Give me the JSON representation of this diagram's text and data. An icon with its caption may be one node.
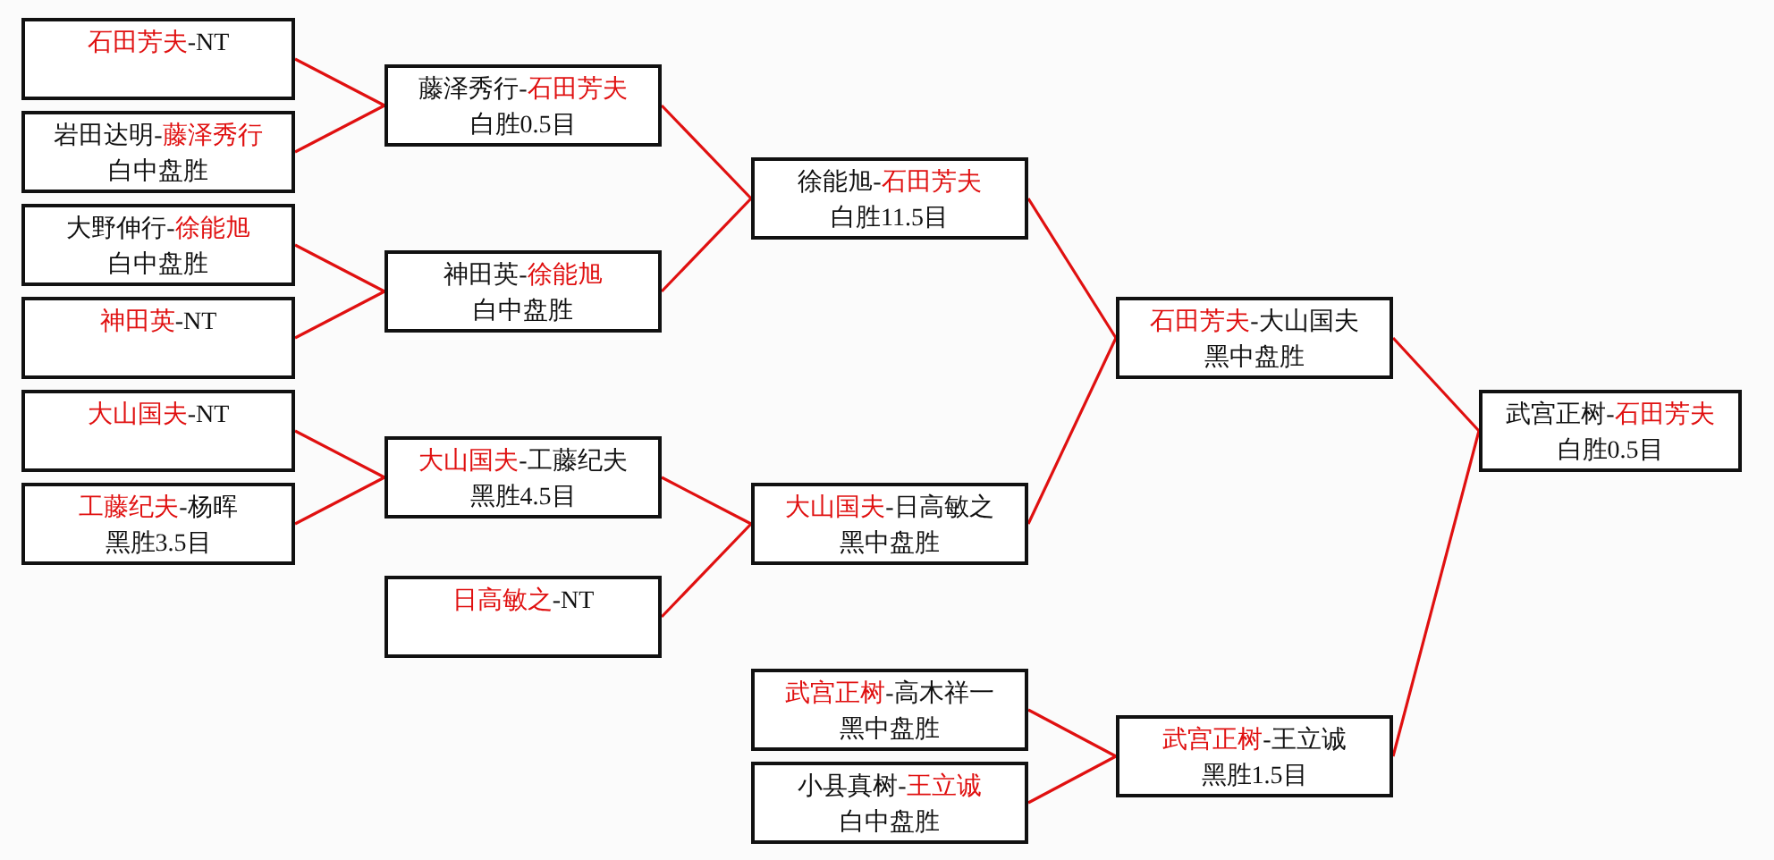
{
  "diagram": {
    "nodes": [
      {
        "text": [
          "石田芳夫-NT"
        ]
      },
      {
        "text": [
          "岩田达明-藤泽秀行",
          "白中盘胜"
        ]
      },
      {
        "text": [
          "大野伸行-徐能旭",
          "白中盘胜"
        ]
      },
      {
        "text": [
          "神田英-NT"
        ]
      },
      {
        "text": [
          "大山国夫-NT"
        ]
      },
      {
        "text": [
          "工藤纪夫-杨晖",
          "黑胜3.5目"
        ]
      },
      {
        "text": [
          "藤泽秀行-石田芳夫",
          "白胜0.5目"
        ]
      },
      {
        "text": [
          "神田英-徐能旭",
          "白中盘胜"
        ]
      },
      {
        "text": [
          "大山国夫-工藤纪夫",
          "黑胜4.5目"
        ]
      },
      {
        "text": [
          "日高敏之-NT"
        ]
      },
      {
        "text": [
          "徐能旭-石田芳夫",
          "白胜11.5目"
        ]
      },
      {
        "text": [
          "大山国夫-日高敏之",
          "黑中盘胜"
        ]
      },
      {
        "text": [
          "武宫正树-高木祥一",
          "黑中盘胜"
        ]
      },
      {
        "text": [
          "小县真树-王立诚",
          "白中盘胜"
        ]
      },
      {
        "text": [
          "石田芳夫-大山国夫",
          "黑中盘胜"
        ]
      },
      {
        "text": [
          "武宫正树-王立诚",
          "黑胜1.5目"
        ]
      },
      {
        "text": [
          "武宫正树-石田芳夫",
          "白胜0.5目"
        ]
      }
    ],
    "edges": [
      {
        "from": 0,
        "to": 6,
        "arrow": "none"
      },
      {
        "from": 1,
        "to": 6,
        "arrow": "none"
      },
      {
        "from": 2,
        "to": 7,
        "arrow": "none"
      },
      {
        "from": 3,
        "to": 7,
        "arrow": "none"
      },
      {
        "from": 4,
        "to": 8,
        "arrow": "none"
      },
      {
        "from": 5,
        "to": 8,
        "arrow": "none"
      },
      {
        "from": 6,
        "to": 10,
        "arrow": "none"
      },
      {
        "from": 7,
        "to": 10,
        "arrow": "none"
      },
      {
        "from": 8,
        "to": 11,
        "arrow": "none"
      },
      {
        "from": 9,
        "to": 11,
        "arrow": "none"
      },
      {
        "from": 10,
        "to": 14,
        "arrow": "none"
      },
      {
        "from": 11,
        "to": 14,
        "arrow": "none"
      },
      {
        "from": 12,
        "to": 15,
        "arrow": "none"
      },
      {
        "from": 13,
        "to": 15,
        "arrow": "none"
      },
      {
        "from": 14,
        "to": 16,
        "arrow": "none"
      },
      {
        "from": 15,
        "to": 16,
        "arrow": "none"
      }
    ]
  }
}
